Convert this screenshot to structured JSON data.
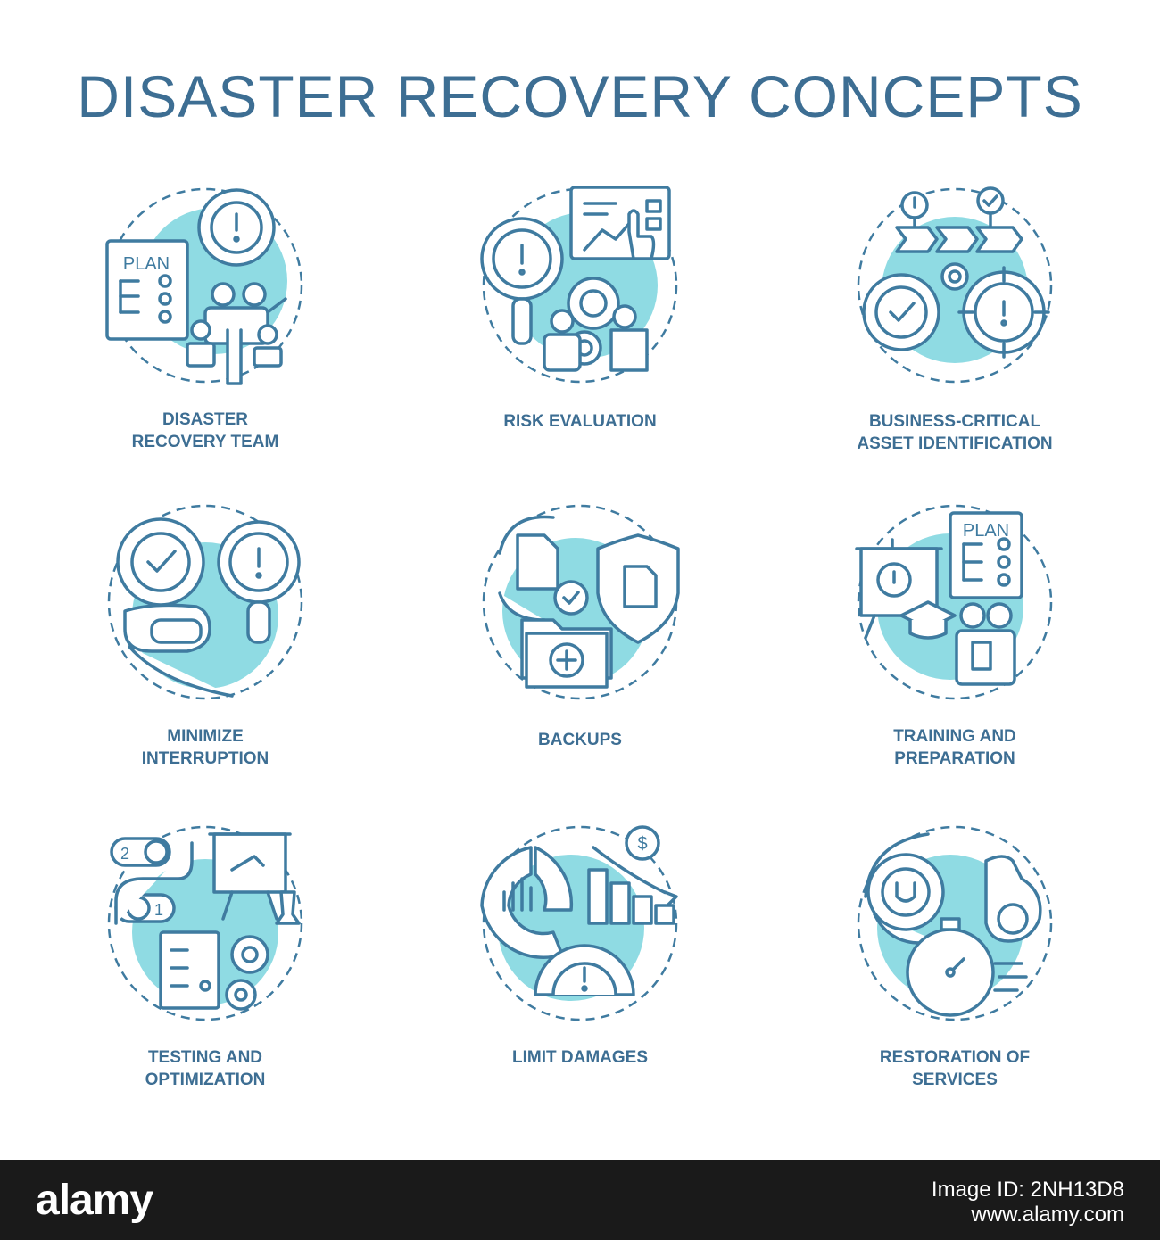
{
  "title": "DISASTER RECOVERY CONCEPTS",
  "colors": {
    "accent": "#3d6e93",
    "fill": "#8fdbe3",
    "stroke": "#3f7ba0"
  },
  "concepts": [
    {
      "label": "DISASTER\nRECOVERY TEAM",
      "icon": "team-plan-icon"
    },
    {
      "label": "RISK EVALUATION",
      "icon": "risk-evaluation-icon"
    },
    {
      "label": "BUSINESS-CRITICAL\nASSET IDENTIFICATION",
      "icon": "asset-identification-icon"
    },
    {
      "label": "MINIMIZE\nINTERRUPTION",
      "icon": "minimize-interruption-icon"
    },
    {
      "label": "BACKUPS",
      "icon": "backups-icon"
    },
    {
      "label": "TRAINING AND\nPREPARATION",
      "icon": "training-icon"
    },
    {
      "label": "TESTING AND\nOPTIMIZATION",
      "icon": "testing-icon"
    },
    {
      "label": "LIMIT DAMAGES",
      "icon": "limit-damages-icon"
    },
    {
      "label": "RESTORATION OF\nSERVICES",
      "icon": "restoration-icon"
    }
  ],
  "icon_text": {
    "plan": "PLAN",
    "step_two": "2",
    "step_one": "1",
    "currency": "$"
  },
  "footer": {
    "brand": "alamy",
    "image_id": "Image ID: 2NH13D8",
    "url": "www.alamy.com"
  }
}
